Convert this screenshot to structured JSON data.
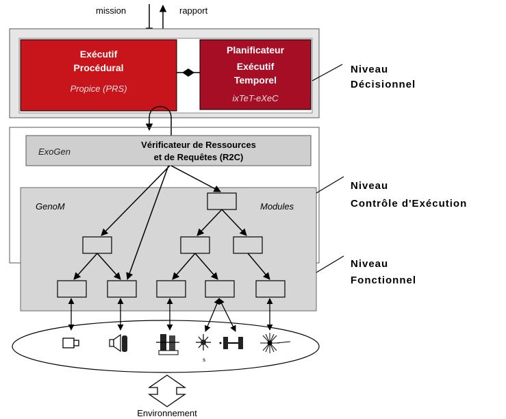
{
  "top": {
    "mission": "mission",
    "rapport": "rapport"
  },
  "decisional": {
    "exec_proc": {
      "line1": "Exécutif",
      "line2": "Procédural",
      "sub": "Propice (PRS)"
    },
    "planner": {
      "line1": "Planificateur",
      "line2": "Exécutif",
      "line3": "Temporel",
      "sub": "ixTeT-eXeC"
    },
    "fill_color": "#c8151b",
    "fill_color_dark": "#a50e25"
  },
  "execution": {
    "r2c_prefix": "ExoGen",
    "r2c_line1": "Vérificateur de Ressources",
    "r2c_line2": "et de Requêtes (R2C)"
  },
  "functional": {
    "genom": "GenoM",
    "modules": "Modules"
  },
  "levels": {
    "decisionnel": {
      "line1": "Niveau",
      "line2": "Décisionnel"
    },
    "controle": {
      "line1": "Niveau",
      "line2": "Contrôle d'Exécution"
    },
    "fonctionnel": {
      "line1": "Niveau",
      "line2": "Fonctionnel"
    }
  },
  "environment": {
    "label": "Environnement"
  },
  "icons": [
    "camera-icon",
    "speaker-icon",
    "motor-icon",
    "laser-scanner-icon",
    "wheel-axle-icon",
    "sonar-burst-icon"
  ]
}
